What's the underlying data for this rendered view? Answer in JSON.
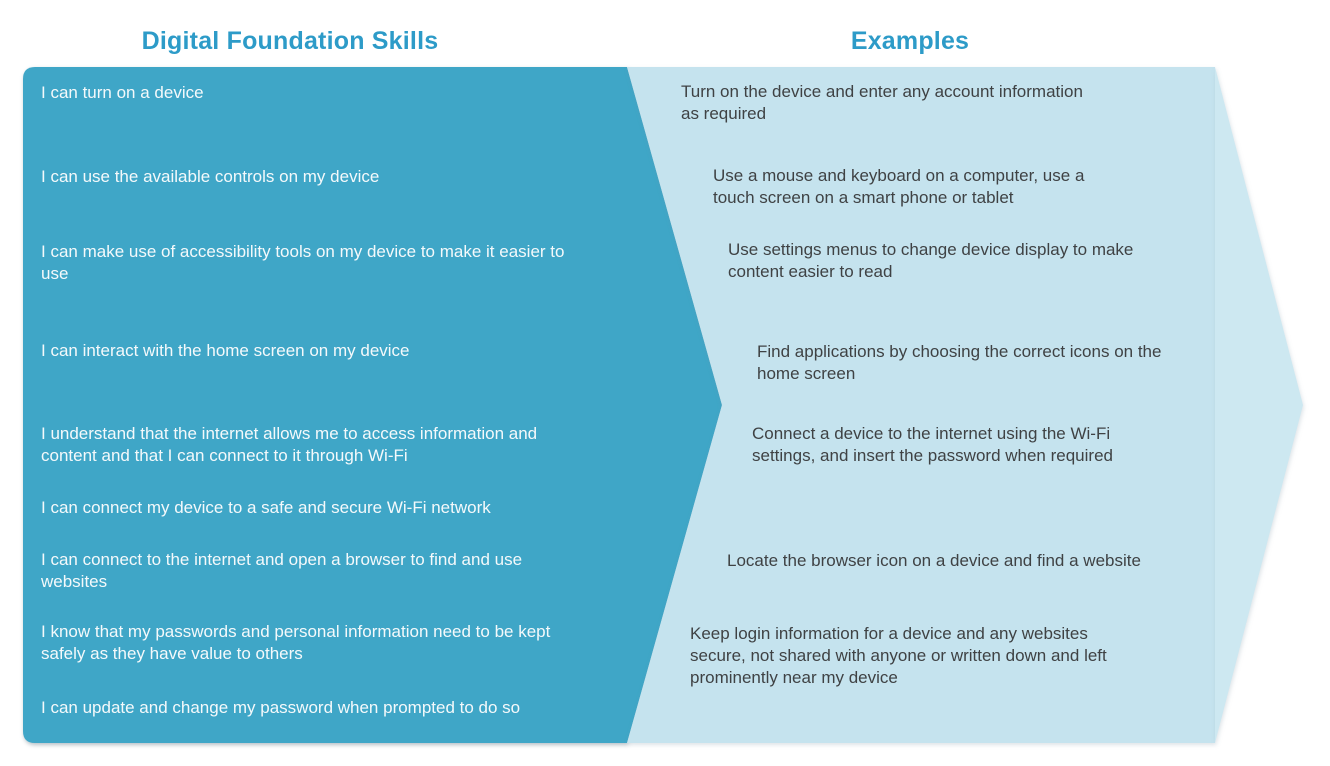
{
  "headers": {
    "skills_title": "Digital Foundation Skills",
    "examples_title": "Examples"
  },
  "colors": {
    "skills_panel": "#3fa6c7",
    "examples_panel": "#c5e3ee",
    "examples_arrowhead": "#cde8f1",
    "title_text": "#2d9bc8",
    "skills_text": "#f4f9fb",
    "examples_text": "#3f4244"
  },
  "skills": {
    "items": [
      {
        "text": "I can turn on a device"
      },
      {
        "text": "I can use the available controls on my device"
      },
      {
        "text": "I can make use of accessibility tools on my device to make it easier to\nuse"
      },
      {
        "text": "I can interact with the home screen on my device"
      },
      {
        "text": "I understand that the internet allows me to access information and\ncontent and that I can connect to it through Wi-Fi"
      },
      {
        "text": "I can connect my device to a safe and secure Wi-Fi network"
      },
      {
        "text": "I can connect to the internet and open a browser to find and use\nwebsites"
      },
      {
        "text": "I know that my passwords and personal information need to be kept\nsafely as they have value to others"
      },
      {
        "text": "I can update and change my password when prompted to do so"
      }
    ]
  },
  "examples": {
    "items": [
      {
        "text": "Turn on the device and enter any account information\nas required"
      },
      {
        "text": "Use a mouse and keyboard on a computer, use a\ntouch screen on a smart phone or tablet"
      },
      {
        "text": "Use settings menus to change device display to make\ncontent easier to read"
      },
      {
        "text": "Find applications by choosing the correct icons on the\nhome screen"
      },
      {
        "text": "Connect a device to the internet using the Wi-Fi\nsettings, and insert the password when required"
      },
      {
        "text": "Locate the browser icon on a device and find a website"
      },
      {
        "text": "Keep login information for a device and any websites\nsecure, not shared with anyone or written down and left\nprominently near my device"
      }
    ]
  }
}
